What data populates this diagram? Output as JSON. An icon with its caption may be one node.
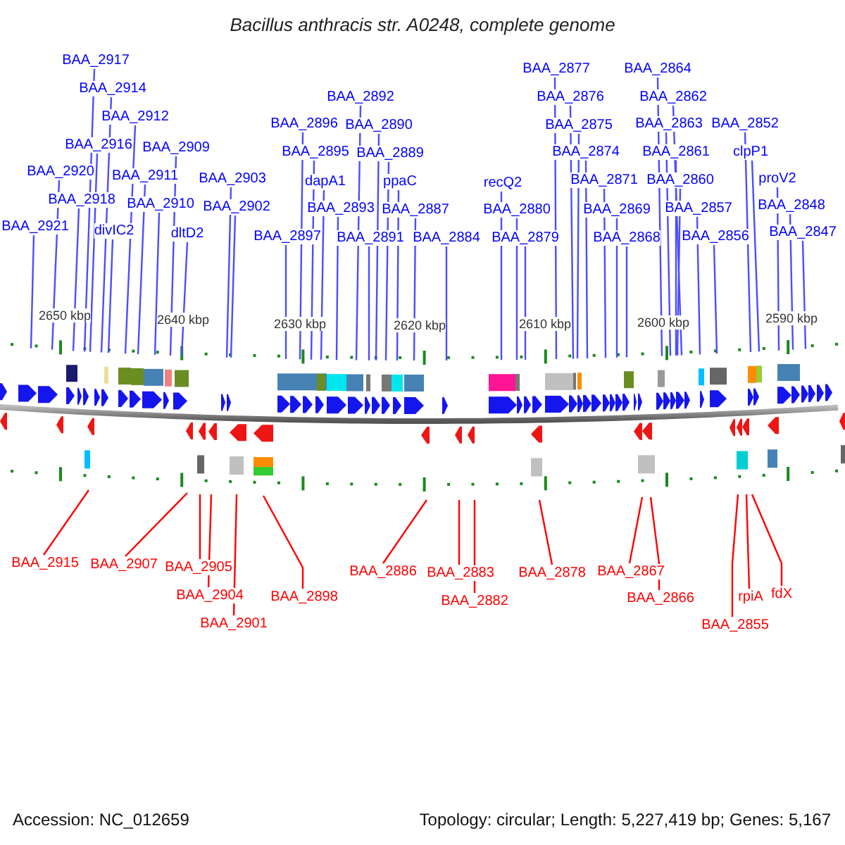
{
  "diagram": {
    "title": "Bacillus anthracis str. A0248, complete genome",
    "nodes": [
      {
        "text": [
          "BAA_2917"
        ]
      },
      {
        "text": [
          "BAA_2877"
        ]
      },
      {
        "text": [
          "BAA_2864"
        ]
      },
      {
        "text": [
          "BAA_2914"
        ]
      },
      {
        "text": [
          "BAA_2892"
        ]
      },
      {
        "text": [
          "BAA_2876"
        ]
      },
      {
        "text": [
          "BAA_2862"
        ]
      },
      {
        "text": [
          "BAA_2912"
        ]
      },
      {
        "text": [
          "BAA_2896"
        ]
      },
      {
        "text": [
          "BAA_2890"
        ]
      },
      {
        "text": [
          "BAA_2875"
        ]
      },
      {
        "text": [
          "BAA_2863"
        ]
      },
      {
        "text": [
          "BAA_2852"
        ]
      },
      {
        "text": [
          "BAA_2916"
        ]
      },
      {
        "text": [
          "BAA_2909"
        ]
      },
      {
        "text": [
          "BAA_2895"
        ]
      },
      {
        "text": [
          "BAA_2889"
        ]
      },
      {
        "text": [
          "BAA_2874"
        ]
      },
      {
        "text": [
          "BAA_2861"
        ]
      },
      {
        "text": [
          "clpP1"
        ]
      },
      {
        "text": [
          "BAA_2920"
        ]
      },
      {
        "text": [
          "BAA_2911"
        ]
      },
      {
        "text": [
          "BAA_2903"
        ]
      },
      {
        "text": [
          "dapA1"
        ]
      },
      {
        "text": [
          "ppaC"
        ]
      },
      {
        "text": [
          "recQ2"
        ]
      },
      {
        "text": [
          "BAA_2871"
        ]
      },
      {
        "text": [
          "BAA_2860"
        ]
      },
      {
        "text": [
          "proV2"
        ]
      },
      {
        "text": [
          "BAA_2918"
        ]
      },
      {
        "text": [
          "BAA_2910"
        ]
      },
      {
        "text": [
          "BAA_2902"
        ]
      },
      {
        "text": [
          "BAA_2893"
        ]
      },
      {
        "text": [
          "BAA_2887"
        ]
      },
      {
        "text": [
          "BAA_2880"
        ]
      },
      {
        "text": [
          "BAA_2869"
        ]
      },
      {
        "text": [
          "BAA_2857"
        ]
      },
      {
        "text": [
          "BAA_2848"
        ]
      },
      {
        "text": [
          "BAA_2921"
        ]
      },
      {
        "text": [
          "divIC2"
        ]
      },
      {
        "text": [
          "dltD2"
        ]
      },
      {
        "text": [
          "BAA_2897"
        ]
      },
      {
        "text": [
          "BAA_2891"
        ]
      },
      {
        "text": [
          "BAA_2884"
        ]
      },
      {
        "text": [
          "BAA_2879"
        ]
      },
      {
        "text": [
          "BAA_2868"
        ]
      },
      {
        "text": [
          "BAA_2856"
        ]
      },
      {
        "text": [
          "BAA_2847"
        ]
      },
      {
        "text": [
          "BAA_2915"
        ]
      },
      {
        "text": [
          "BAA_2907"
        ]
      },
      {
        "text": [
          "BAA_2905"
        ]
      },
      {
        "text": [
          "BAA_2904"
        ]
      },
      {
        "text": [
          "BAA_2901"
        ]
      },
      {
        "text": [
          "BAA_2898"
        ]
      },
      {
        "text": [
          "BAA_2886"
        ]
      },
      {
        "text": [
          "BAA_2883"
        ]
      },
      {
        "text": [
          "BAA_2882"
        ]
      },
      {
        "text": [
          "BAA_2878"
        ]
      },
      {
        "text": [
          "BAA_2867"
        ]
      },
      {
        "text": [
          "BAA_2866"
        ]
      },
      {
        "text": [
          "BAA_2855"
        ]
      },
      {
        "text": [
          "rpiA"
        ]
      },
      {
        "text": [
          "fdX"
        ]
      }
    ],
    "edges": [
      {
        "from": 0,
        "to": null,
        "arrow": "none"
      },
      {
        "from": 1,
        "to": null,
        "arrow": "none"
      },
      {
        "from": 2,
        "to": null,
        "arrow": "none"
      },
      {
        "from": 3,
        "to": null,
        "arrow": "none"
      },
      {
        "from": 4,
        "to": null,
        "arrow": "none"
      },
      {
        "from": 5,
        "to": null,
        "arrow": "none"
      },
      {
        "from": 6,
        "to": null,
        "arrow": "none"
      },
      {
        "from": 7,
        "to": null,
        "arrow": "none"
      },
      {
        "from": 8,
        "to": null,
        "arrow": "none"
      },
      {
        "from": 9,
        "to": null,
        "arrow": "none"
      },
      {
        "from": 10,
        "to": null,
        "arrow": "none"
      },
      {
        "from": 11,
        "to": null,
        "arrow": "none"
      },
      {
        "from": 12,
        "to": null,
        "arrow": "none"
      },
      {
        "from": 13,
        "to": null,
        "arrow": "none"
      },
      {
        "from": 14,
        "to": null,
        "arrow": "none"
      },
      {
        "from": 15,
        "to": null,
        "arrow": "none"
      },
      {
        "from": 16,
        "to": null,
        "arrow": "none"
      },
      {
        "from": 17,
        "to": null,
        "arrow": "none"
      },
      {
        "from": 18,
        "to": null,
        "arrow": "none"
      },
      {
        "from": 19,
        "to": null,
        "arrow": "none"
      },
      {
        "from": 20,
        "to": null,
        "arrow": "none"
      },
      {
        "from": 21,
        "to": null,
        "arrow": "none"
      },
      {
        "from": 22,
        "to": null,
        "arrow": "none"
      },
      {
        "from": 23,
        "to": null,
        "arrow": "none"
      },
      {
        "from": 24,
        "to": null,
        "arrow": "none"
      },
      {
        "from": 25,
        "to": null,
        "arrow": "none"
      },
      {
        "from": 26,
        "to": null,
        "arrow": "none"
      },
      {
        "from": 27,
        "to": null,
        "arrow": "none"
      },
      {
        "from": 28,
        "to": null,
        "arrow": "none"
      },
      {
        "from": 29,
        "to": null,
        "arrow": "none"
      },
      {
        "from": 30,
        "to": null,
        "arrow": "none"
      },
      {
        "from": 31,
        "to": null,
        "arrow": "none"
      },
      {
        "from": 32,
        "to": null,
        "arrow": "none"
      },
      {
        "from": 33,
        "to": null,
        "arrow": "none"
      },
      {
        "from": 34,
        "to": null,
        "arrow": "none"
      },
      {
        "from": 35,
        "to": null,
        "arrow": "none"
      },
      {
        "from": 36,
        "to": null,
        "arrow": "none"
      },
      {
        "from": 37,
        "to": null,
        "arrow": "none"
      },
      {
        "from": 38,
        "to": null,
        "arrow": "none"
      },
      {
        "from": 39,
        "to": null,
        "arrow": "none"
      },
      {
        "from": 40,
        "to": null,
        "arrow": "none"
      },
      {
        "from": 41,
        "to": null,
        "arrow": "none"
      },
      {
        "from": 42,
        "to": null,
        "arrow": "none"
      },
      {
        "from": 43,
        "to": null,
        "arrow": "none"
      },
      {
        "from": 44,
        "to": null,
        "arrow": "none"
      },
      {
        "from": 45,
        "to": null,
        "arrow": "none"
      },
      {
        "from": 46,
        "to": null,
        "arrow": "none"
      },
      {
        "from": 47,
        "to": null,
        "arrow": "none"
      },
      {
        "from": 48,
        "to": null,
        "arrow": "none",
        "color": "#ff0000"
      },
      {
        "from": 49,
        "to": null,
        "arrow": "none",
        "color": "#ff0000"
      },
      {
        "from": 50,
        "to": null,
        "arrow": "none",
        "color": "#ff0000"
      },
      {
        "from": 51,
        "to": null,
        "arrow": "none",
        "color": "#ff0000"
      },
      {
        "from": 52,
        "to": null,
        "arrow": "none",
        "color": "#ff0000"
      },
      {
        "from": 53,
        "to": null,
        "arrow": "none",
        "color": "#ff0000"
      },
      {
        "from": 54,
        "to": null,
        "arrow": "none",
        "color": "#ff0000"
      },
      {
        "from": 55,
        "to": null,
        "arrow": "none",
        "color": "#ff0000"
      },
      {
        "from": 56,
        "to": null,
        "arrow": "none",
        "color": "#ff0000"
      },
      {
        "from": 57,
        "to": null,
        "arrow": "none",
        "color": "#ff0000"
      },
      {
        "from": 58,
        "to": null,
        "arrow": "none",
        "color": "#ff0000"
      },
      {
        "from": 59,
        "to": null,
        "arrow": "none",
        "color": "#ff0000"
      },
      {
        "from": 60,
        "to": null,
        "arrow": "none",
        "color": "#ff0000"
      },
      {
        "from": 61,
        "to": null,
        "arrow": "none",
        "color": "#ff0000"
      },
      {
        "from": 62,
        "to": null,
        "arrow": "none",
        "color": "#ff0000"
      }
    ],
    "labels": [
      "2650 kbp",
      "2640 kbp",
      "2630 kbp",
      "2620 kbp",
      "2610 kbp",
      "2600 kbp",
      "2590 kbp",
      "Accession: NC_012659",
      "Topology: circular; Length: 5,227,419 bp; Genes: 5,167"
    ]
  }
}
